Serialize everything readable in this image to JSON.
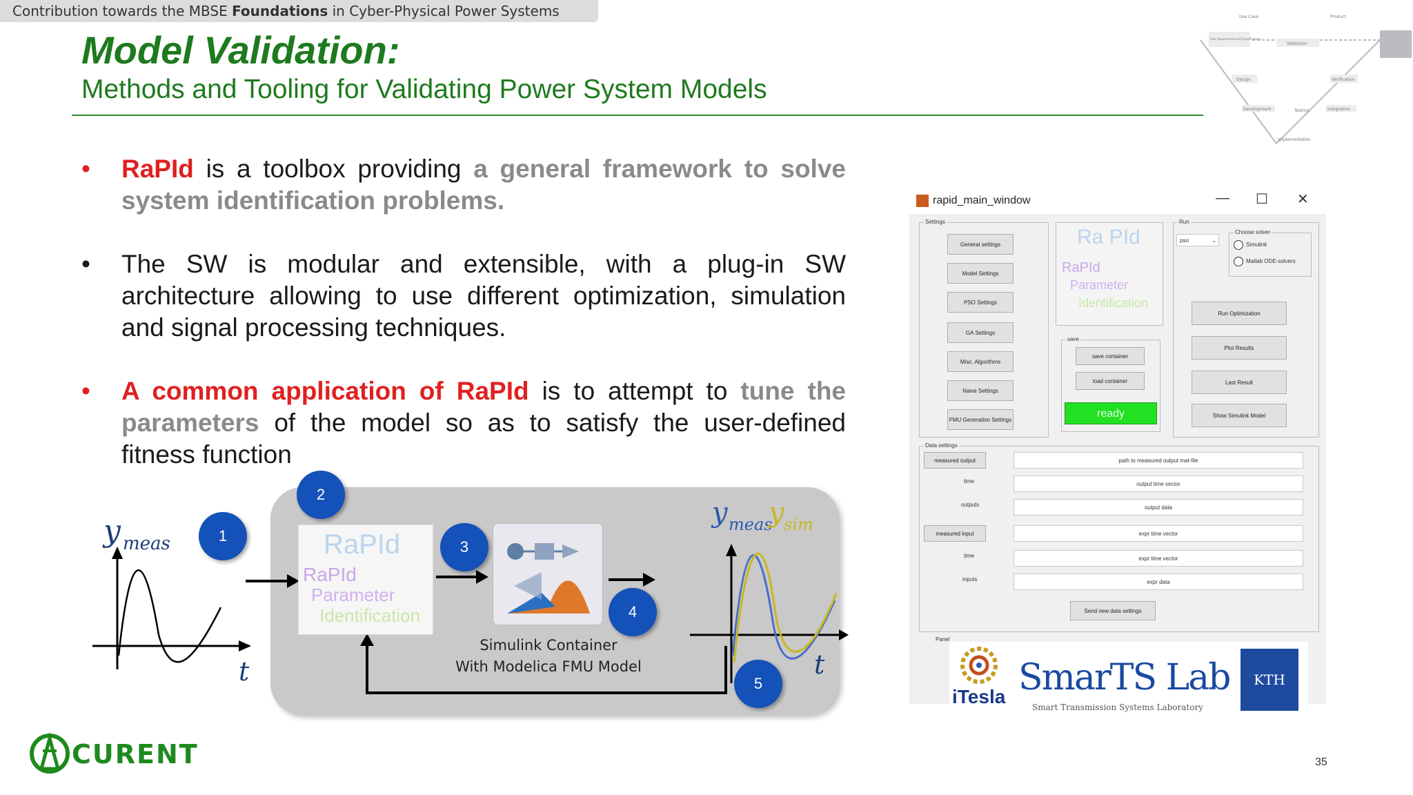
{
  "banner": {
    "prefix": "Contribution towards the MBSE ",
    "bold": "Foundations",
    "suffix": " in Cyber-Physical Power Systems"
  },
  "title": "Model Validation:",
  "subtitle": "Methods and Tooling for Validating Power System Models",
  "bullets": {
    "b1": {
      "rapid": "RaPId",
      "text1": " is a toolbox providing ",
      "gray": "a general framework to solve system identification problems."
    },
    "b2": {
      "text": "The SW is modular and extensible, with a plug-in SW architecture allowing to use different optimization, simulation and signal processing techniques."
    },
    "b3": {
      "red": "A common application of RaPId",
      "text1": " is to attempt to ",
      "gray": "tune the parameters",
      "text2": " of the model so as to satisfy the user-defined fitness function"
    }
  },
  "flow": {
    "ymeas": "y",
    "ymeas_sub": "meas",
    "ysim_top": "y",
    "ysim_sub": "meas",
    "ysim2": "y",
    "ysim2_sub": "sim",
    "t_label": "t",
    "circles": [
      "1",
      "2",
      "3",
      "4",
      "5"
    ],
    "rapid_logo": {
      "big": "RaPId",
      "l1": "RaPId",
      "l2": "Parameter",
      "l3": "Identification"
    },
    "sim_label_1": "Simulink Container",
    "sim_label_2": "With Modelica FMU Model"
  },
  "tool": {
    "title": "rapid_main_window",
    "controls": [
      "—",
      "☐",
      "✕"
    ],
    "settings_label": "Settings",
    "settings_buttons": [
      "General settings",
      "Model Settings",
      "PSO Settings",
      "GA Settings",
      "Misc. Algorithms",
      "Naive Settings",
      "FMU Generation Settings"
    ],
    "logo": {
      "big": "Ra PId",
      "l1": "RaPId",
      "l2": "Parameter",
      "l3": "Identification"
    },
    "save_label": "save",
    "save_buttons": [
      "save container",
      "load container"
    ],
    "ready": "ready",
    "run_label": "Run",
    "run_select": "pso",
    "solver_label": "Choose solver",
    "solver_options": [
      "Simulink",
      "Matlab ODE-solvers"
    ],
    "run_buttons": [
      "Run Optimization",
      "Plot Results",
      "Last Result",
      "Show Simulink Model"
    ],
    "data_label": "Data settings",
    "data_rows": [
      {
        "label": "measured output",
        "button": true,
        "field": "path to measured output mat-file"
      },
      {
        "label": "time",
        "button": false,
        "field": "output time vector"
      },
      {
        "label": "outputs",
        "button": false,
        "field": "output data"
      },
      {
        "label": "measured input",
        "button": true,
        "field": "expr time vector"
      },
      {
        "label": "time",
        "button": false,
        "field": "expr time vector"
      },
      {
        "label": "inputs",
        "button": false,
        "field": "expr data"
      }
    ],
    "send_button": "Send new data settings",
    "panel_label": "Panel",
    "logos": {
      "itesla": "iTesla",
      "smarts": "SmarTS Lab",
      "smarts_sub": "Smart Transmission Systems Laboratory",
      "kth": "KTH"
    }
  },
  "vdiagram": {
    "labels": [
      "User Requirement and Specifications",
      "Validation",
      "Design",
      "Verification",
      "Development",
      "Integration",
      "Testing",
      "Implementation",
      "Use Case",
      "Product"
    ]
  },
  "footer": {
    "logo": "CURENT",
    "page": "35"
  },
  "colors": {
    "green": "#1e7a1e",
    "red": "#e02020",
    "gray": "#8a8a8a",
    "blue_circle": "#1451b8"
  }
}
